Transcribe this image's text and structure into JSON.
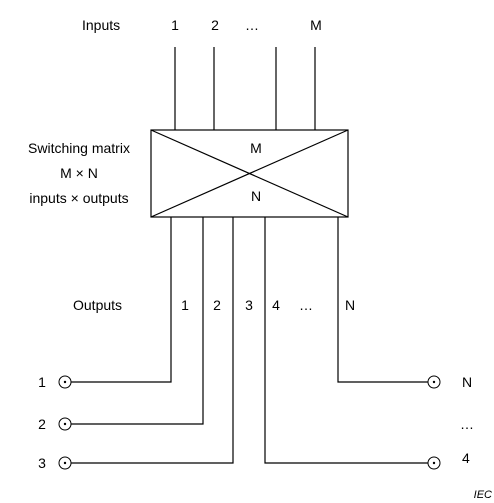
{
  "inputs": {
    "title": "Inputs",
    "labels": [
      "1",
      "2",
      "…",
      "M"
    ]
  },
  "matrix": {
    "label_line1": "Switching matrix",
    "label_line2": "M × N",
    "label_line3": "inputs × outputs",
    "top_letter": "M",
    "bottom_letter": "N"
  },
  "outputs": {
    "title": "Outputs",
    "labels": [
      "1",
      "2",
      "3",
      "4",
      "…",
      "N"
    ]
  },
  "terminals": {
    "left": [
      "1",
      "2",
      "3"
    ],
    "right": [
      "N",
      "…",
      "4"
    ]
  },
  "credit": "IEC"
}
